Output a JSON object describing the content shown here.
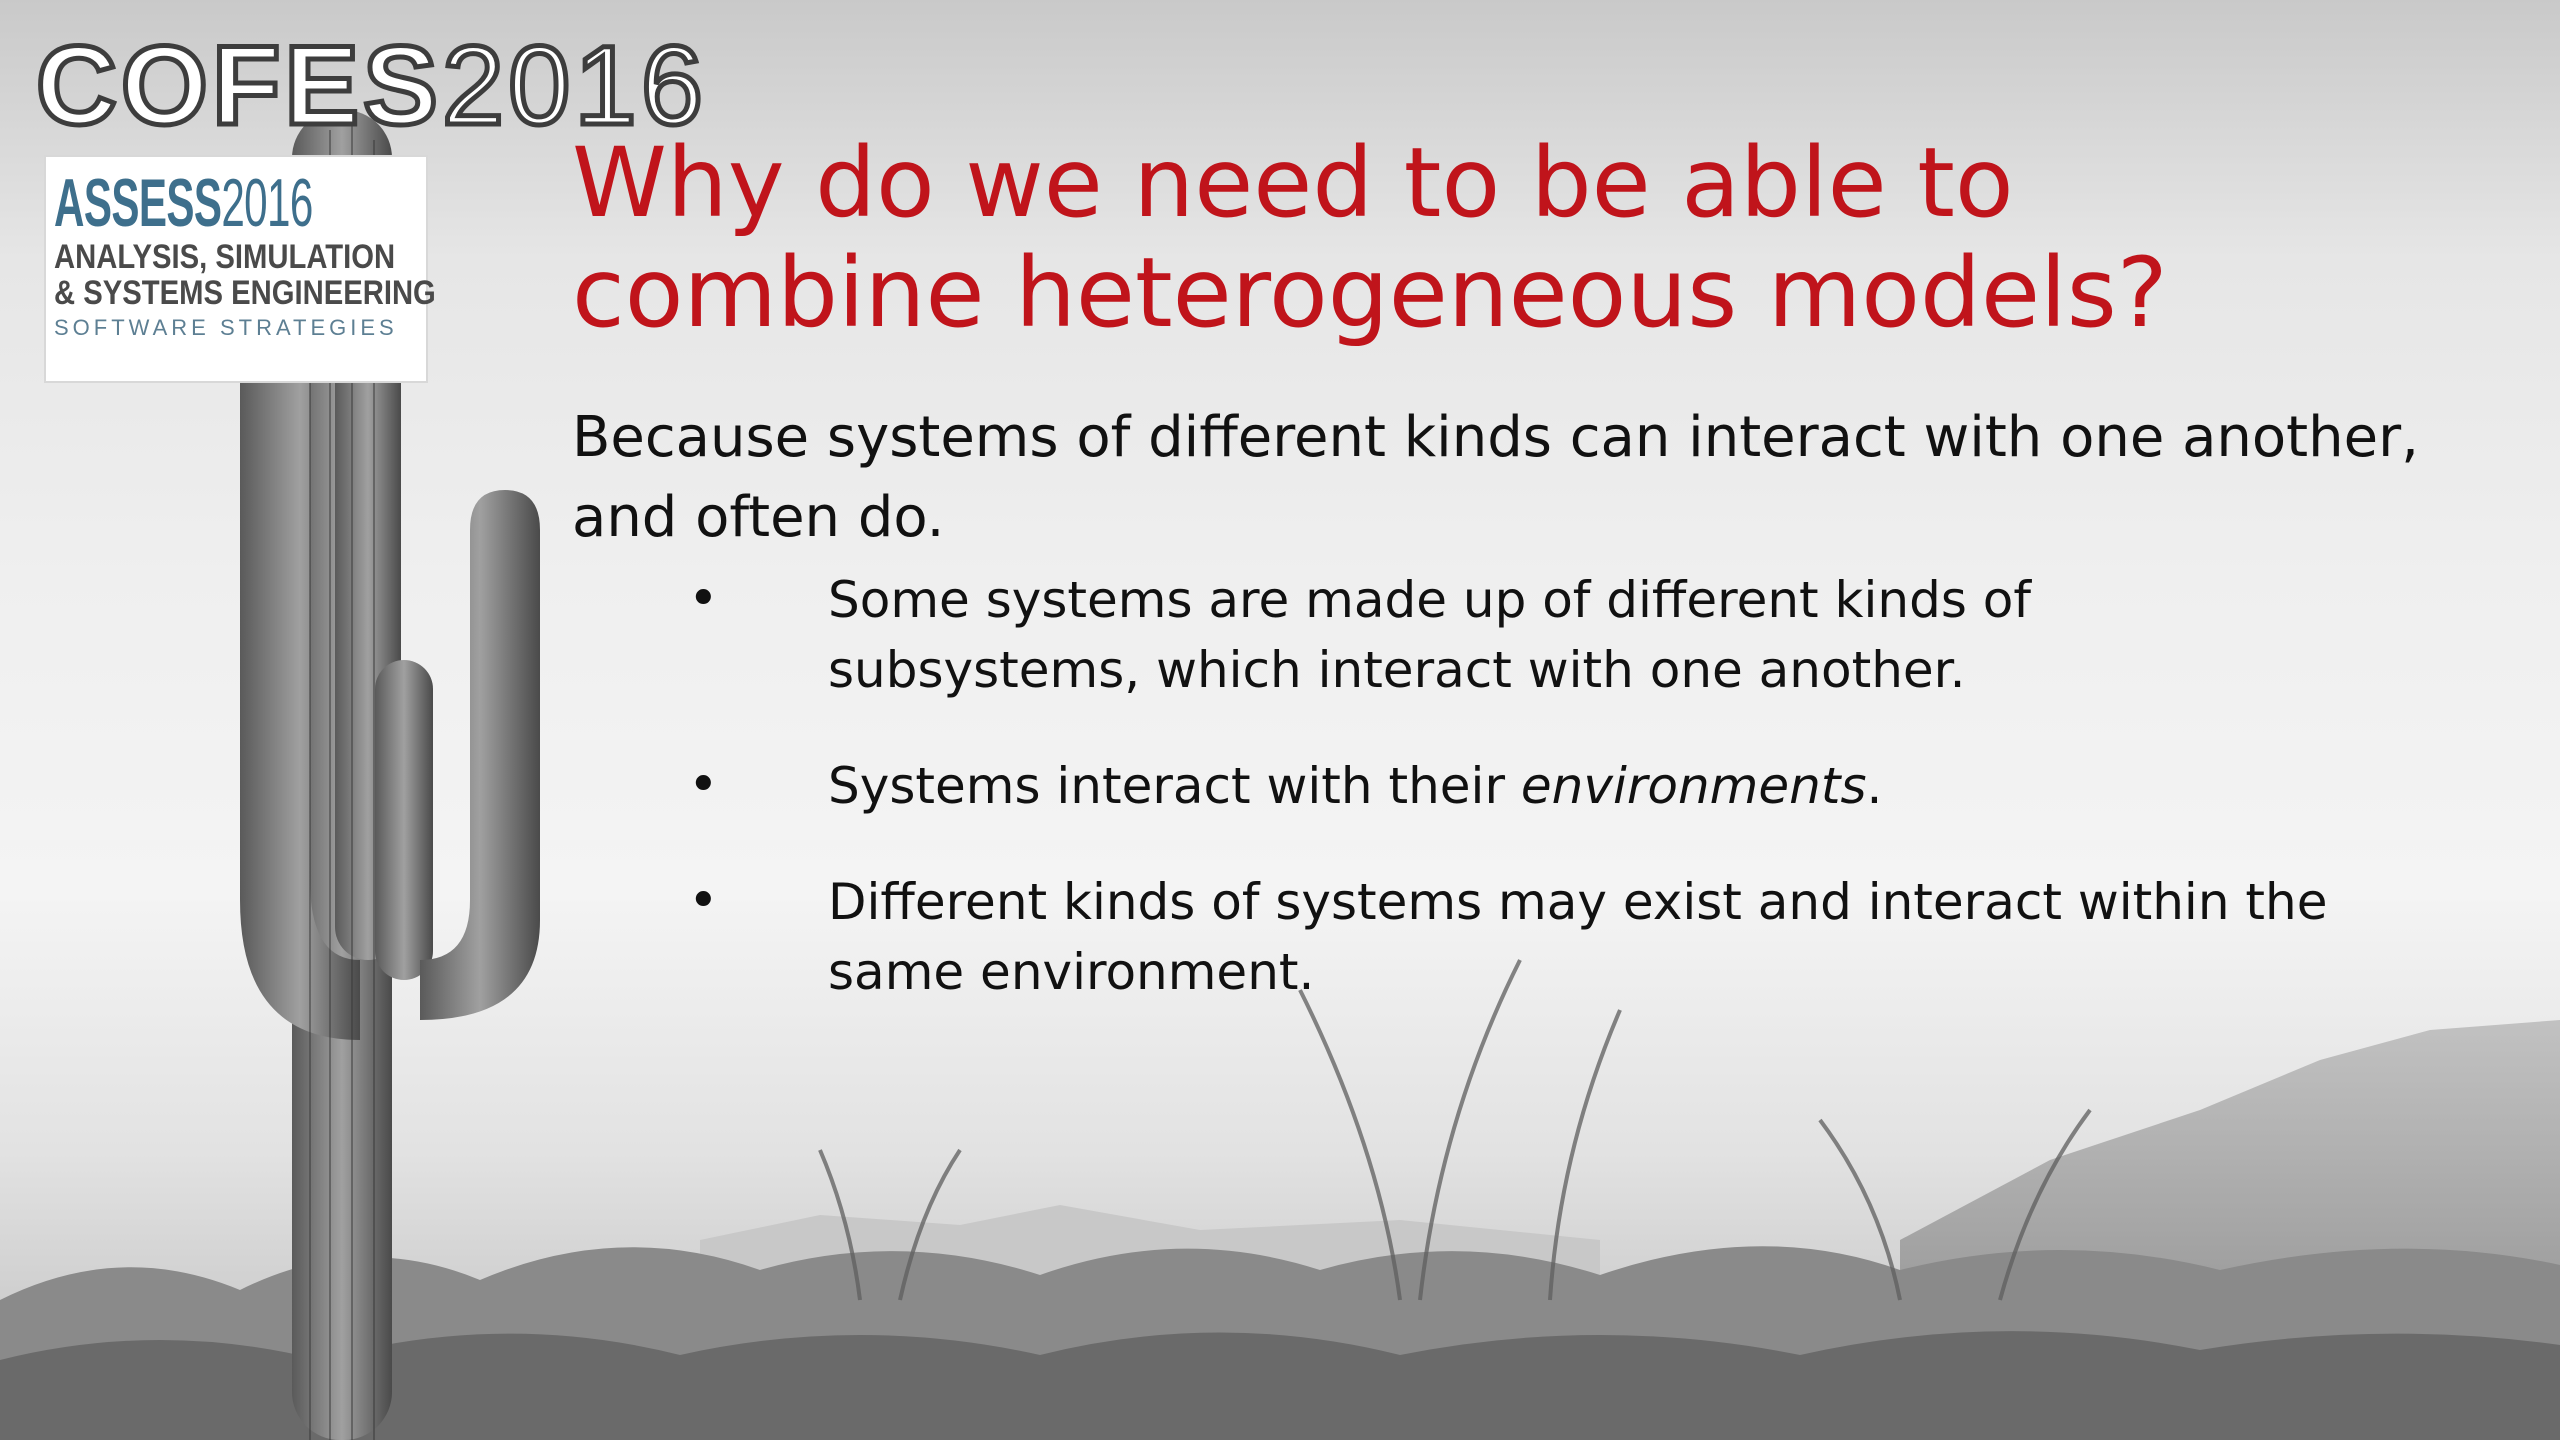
{
  "logo": {
    "cofes_word": "COFES",
    "cofes_year": "2016",
    "assess_word": "ASSESS",
    "assess_year": "2016",
    "line1": "ANALYSIS, SIMULATION",
    "line2": "& SYSTEMS ENGINEERING",
    "line3": "SOFTWARE STRATEGIES"
  },
  "slide": {
    "title_line1": "Why do we need to be able to",
    "title_line2": "combine heterogeneous models?",
    "lead": "Because systems of different kinds can interact with one another, and often do.",
    "bullets": [
      {
        "marker": "•",
        "line1": "Some systems are made up of different kinds of",
        "line2": "subsystems, which interact with one another."
      },
      {
        "marker": "•",
        "prefix": "Systems interact with their ",
        "emphasis": "environments",
        "suffix": "."
      },
      {
        "marker": "•",
        "line1": "Different kinds of systems may exist and interact within the",
        "line2": "same environment."
      }
    ]
  },
  "colors": {
    "title": "#c0141b",
    "logo_blue": "#3e6f8c",
    "text": "#111111"
  }
}
